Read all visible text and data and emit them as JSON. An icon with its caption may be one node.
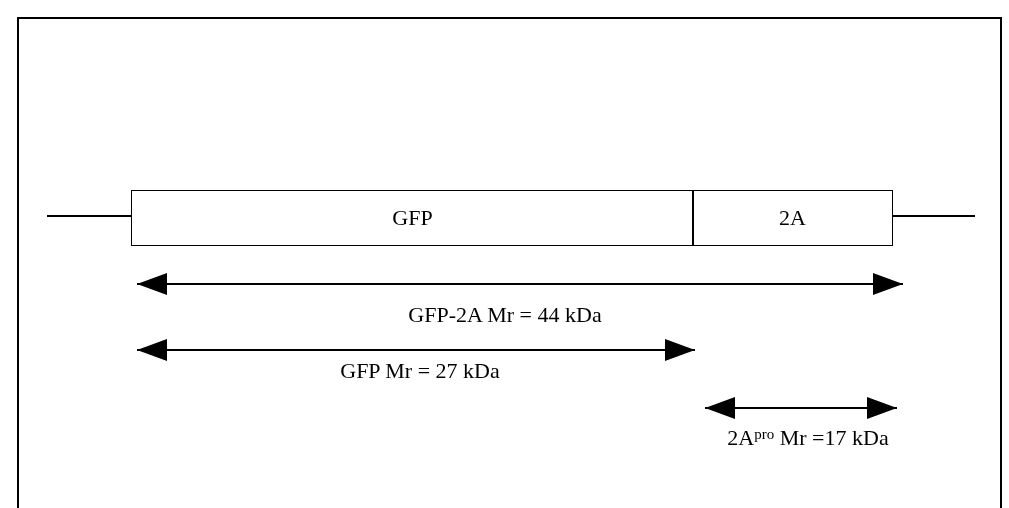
{
  "diagram": {
    "nodes": [
      {
        "text": [
          "GFP"
        ]
      },
      {
        "text": [
          "2A"
        ]
      }
    ],
    "labels": [
      "GFP-2A Mr = 44 kDa",
      "GFP Mr = 27 kDa",
      "2A$^{pro}$ Mr =17 kDa"
    ]
  }
}
